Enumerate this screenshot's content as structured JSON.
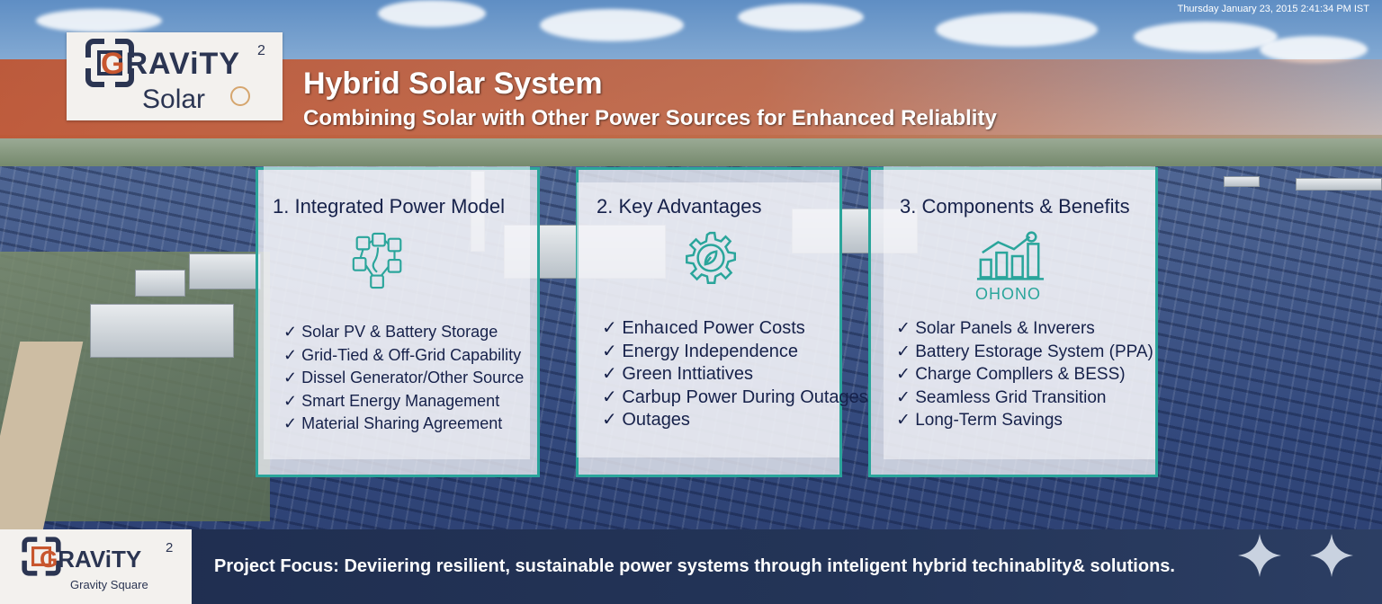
{
  "header": {
    "datetime": "Thursday January 23, 2015 2:41:34 PM IST",
    "title": "Hybrid Solar System",
    "subtitle": "Combining Solar with Other Power Sources for Enhanced Reliablity"
  },
  "logo_top": {
    "word_g": "G",
    "word_rest": "RAViTY",
    "superscript": "2",
    "sub": "Solar"
  },
  "cards": [
    {
      "title": "1. Integrated Power Model",
      "icon": "network-flow-icon",
      "items": [
        "Solar PV & Battery Storage",
        "Grid-Tied & Off-Grid Capability",
        "Dissel Generator/Other Source",
        "Smart Energy Management",
        "Material Sharing Agreement"
      ]
    },
    {
      "title": "2. Key Advantages",
      "icon": "gear-leaf-icon",
      "items": [
        "Enhaıced Power Costs",
        "Energy Independence",
        "Green Inttiatives",
        "Carbup Power During Outages",
        "Outages"
      ]
    },
    {
      "title": "3. Components & Benefits",
      "icon": "bar-chart-icon",
      "icon_caption": "OHONO",
      "items": [
        "Solar Panels & Inverers",
        "Battery Estorage System (PPA)",
        "Charge Compllers & BESS)",
        "Seamless Grid Transition",
        "Long-Term Savings"
      ]
    }
  ],
  "footer": {
    "focus": "Project Focus:  Deviiering resilient, sustainable power systems through inteligent hybrid techinablity& solutions."
  },
  "logo_bottom": {
    "word_g": "G",
    "word_rest": "RAViTY",
    "superscript": "2",
    "sub": "Gravity Square"
  },
  "colors": {
    "header_band": "#c0562f",
    "card_border": "#2aa59b",
    "footer": "#1f2d4f",
    "text_dark": "#16214a"
  }
}
